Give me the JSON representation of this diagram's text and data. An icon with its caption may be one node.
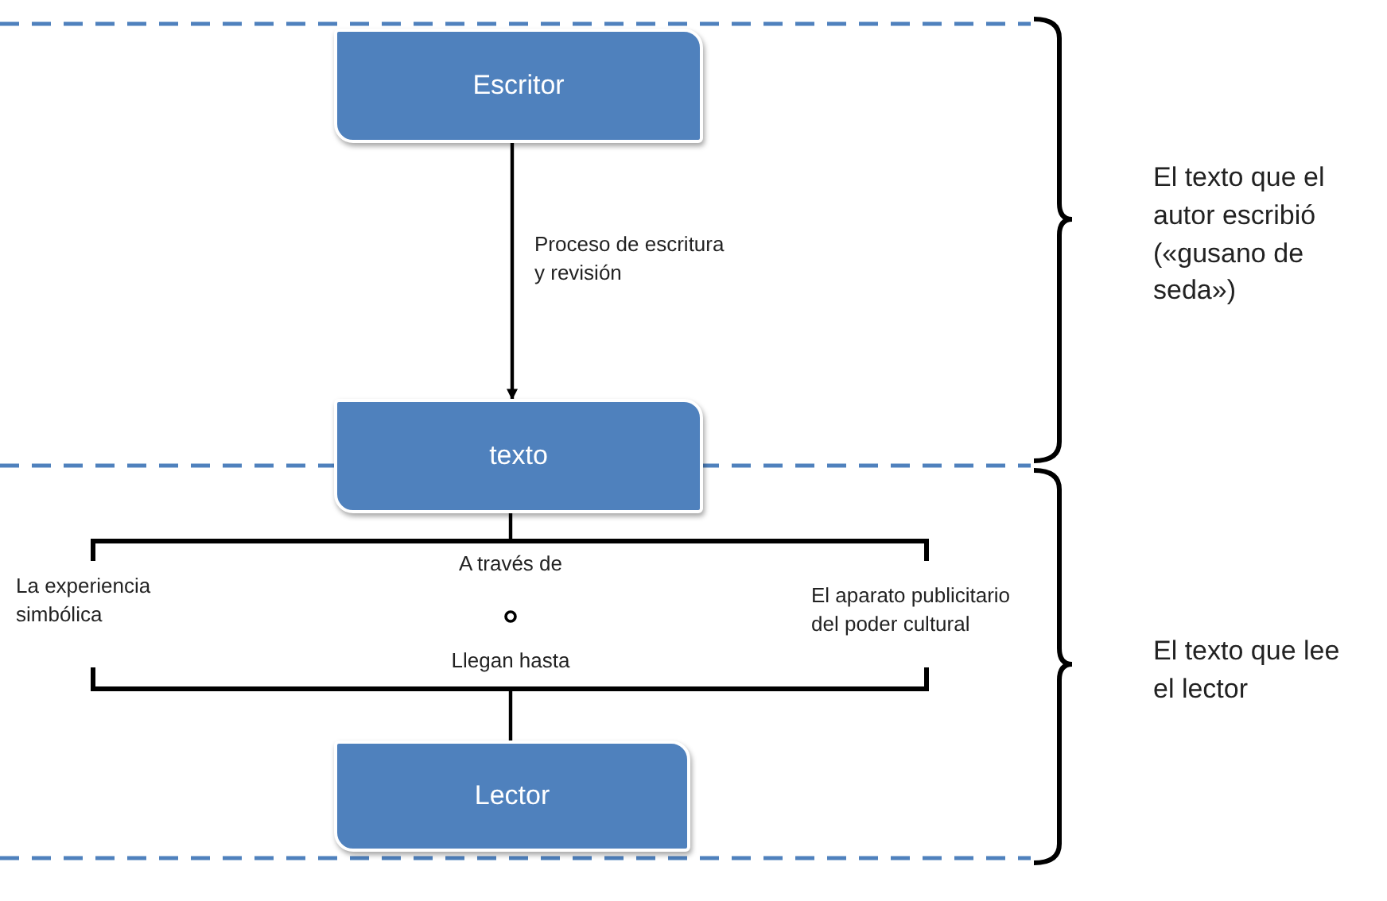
{
  "diagram": {
    "nodes": [
      {
        "text": [
          "Escritor"
        ]
      },
      {
        "text": [
          "texto"
        ]
      },
      {
        "text": [],
        "shape": "bar"
      },
      {
        "text": [],
        "shape": "bar"
      },
      {
        "text": [
          "Lector"
        ]
      }
    ],
    "edges": [
      {
        "from": 0,
        "to": 1,
        "arrow": "to",
        "label": "Proceso de escritura y revisión"
      },
      {
        "from": 1,
        "to": 2,
        "arrow": "none"
      },
      {
        "from": 3,
        "to": 4,
        "arrow": "none"
      }
    ],
    "labels": [
      "El texto que el autor escribió («gusano de seda»)",
      "La experiencia simbólica",
      "A través de",
      "El aparato publicitario del poder cultural",
      "Llegan hasta",
      "El texto que lee el lector"
    ]
  }
}
